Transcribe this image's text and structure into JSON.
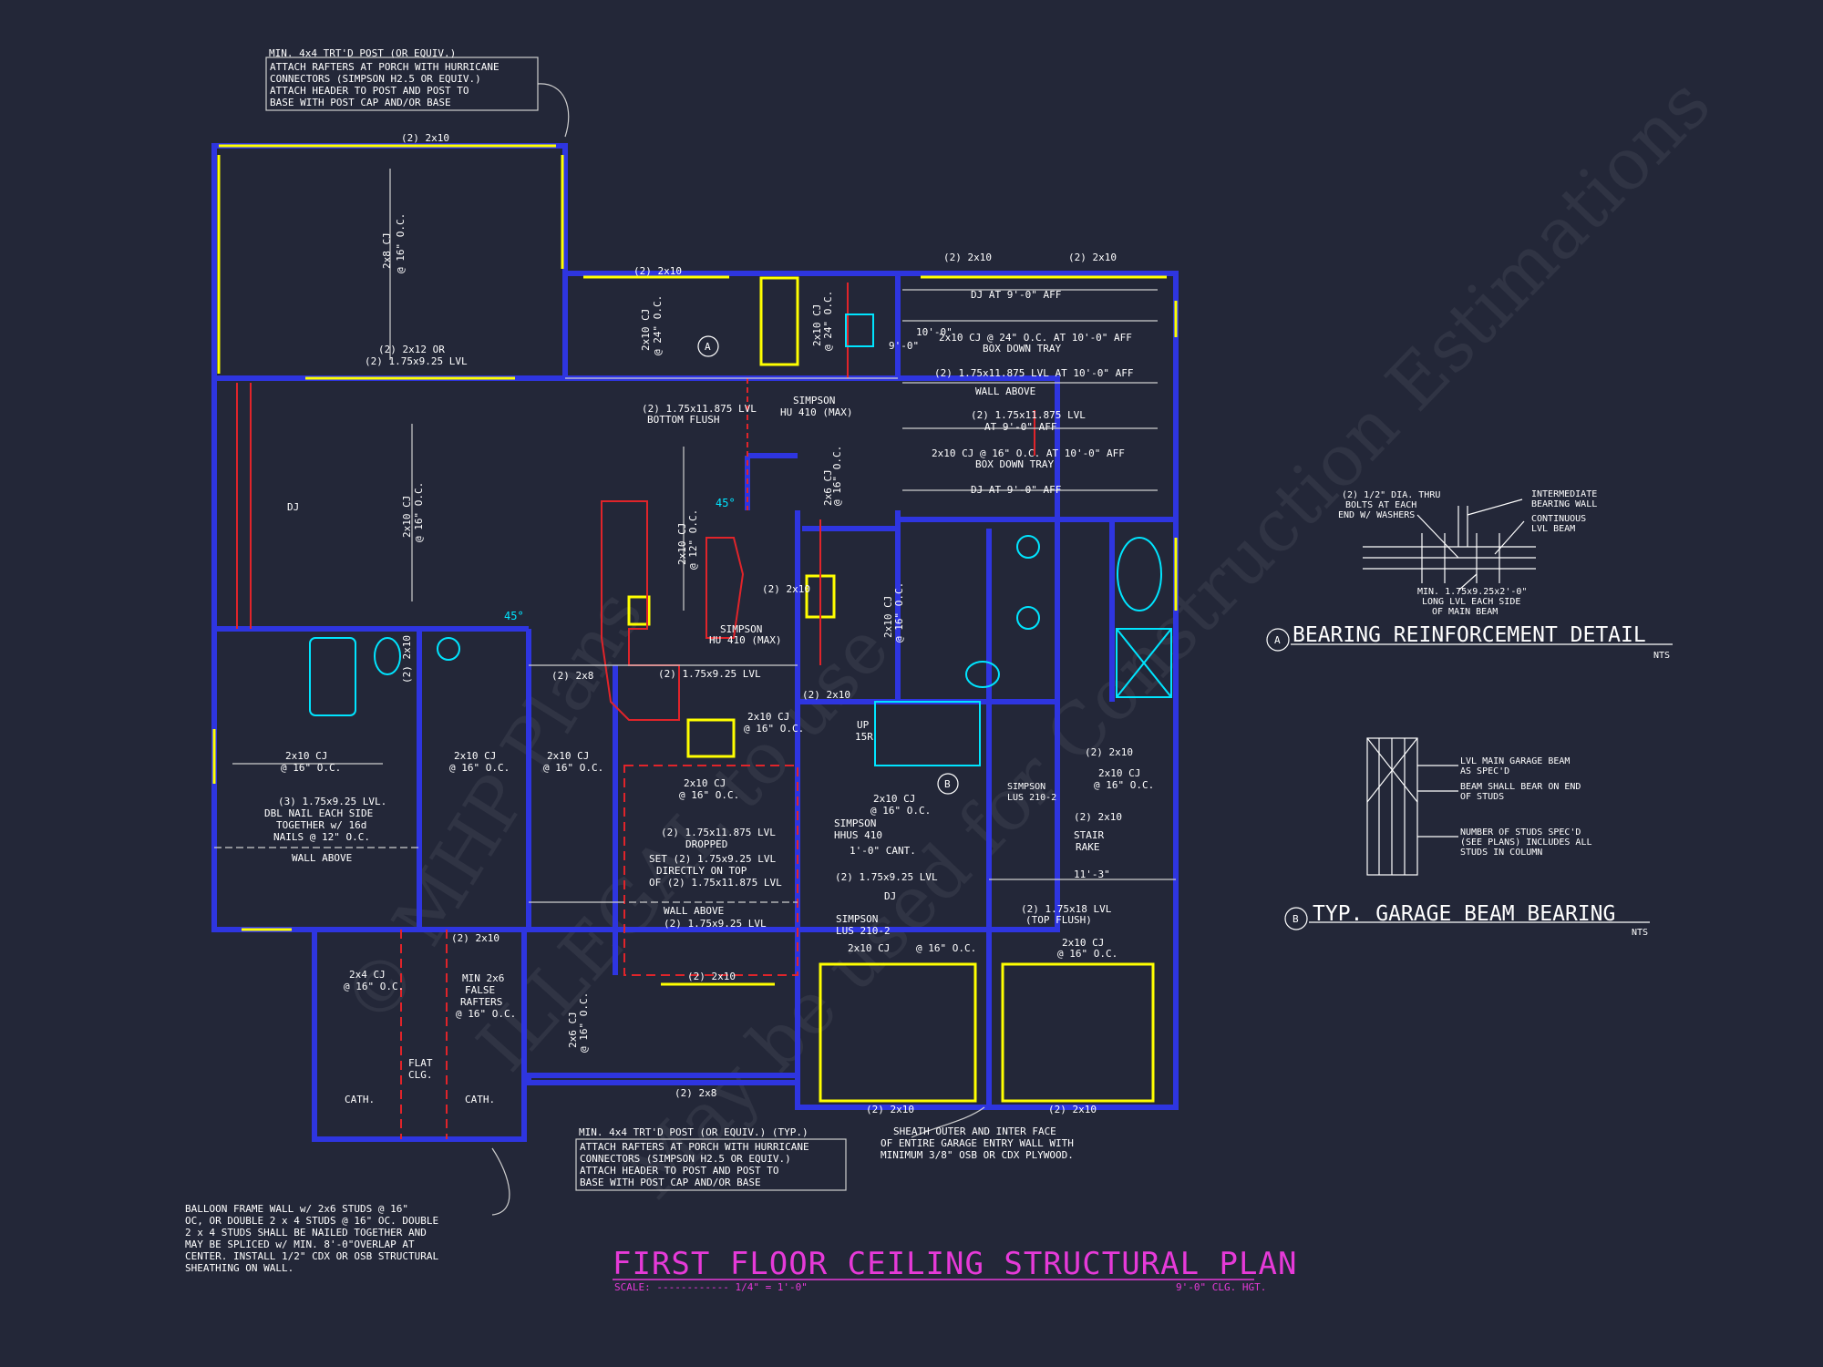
{
  "title": "FIRST FLOOR CEILING STRUCTURAL PLAN",
  "scale_label": "SCALE: ------------ 1/4\" = 1'-0\"",
  "ceiling_height": "9'-0\" CLG. HGT.",
  "watermark": [
    "© MHP Plans",
    "ILLEGAL to use",
    "May be used for Construction Estimations"
  ],
  "notes": {
    "porch_top": [
      "MIN. 4x4 TRT'D POST (OR EQUIV.)",
      "ATTACH RAFTERS AT PORCH WITH HURRICANE",
      "CONNECTORS (SIMPSON H2.5 OR EQUIV.)",
      "ATTACH HEADER TO POST AND POST TO",
      "BASE WITH POST CAP AND/OR BASE"
    ],
    "porch_bottom": [
      "MIN. 4x4 TRT'D POST (OR EQUIV.) (TYP.)",
      "ATTACH RAFTERS AT PORCH WITH HURRICANE",
      "CONNECTORS (SIMPSON H2.5 OR EQUIV.)",
      "ATTACH HEADER TO POST AND POST TO",
      "BASE WITH POST CAP AND/OR BASE"
    ],
    "balloon": [
      "BALLOON FRAME WALL w/ 2x6 STUDS @ 16\"",
      "OC, OR DOUBLE 2 x 4 STUDS @ 16\" OC. DOUBLE",
      "2 x 4 STUDS SHALL BE NAILED TOGETHER AND",
      "MAY BE SPLICED w/ MIN. 8'-0\"OVERLAP AT",
      "CENTER. INSTALL 1/2\" CDX OR OSB STRUCTURAL",
      "SHEATHING ON WALL."
    ],
    "sheath": [
      "SHEATH OUTER AND INTER FACE",
      "OF ENTIRE GARAGE ENTRY WALL WITH",
      "MINIMUM 3/8\" OSB OR CDX PLYWOOD."
    ]
  },
  "labels": {
    "l2x10": "(2) 2x10",
    "l2x8": "(2) 2x8",
    "cj_2x8_16": [
      "2x8 CJ",
      "@ 16\" O.C."
    ],
    "cj_2x10_16": [
      "2x10 CJ",
      "@ 16\" O.C."
    ],
    "cj_2x10_24": [
      "2x10 CJ",
      "@ 24\" O.C."
    ],
    "cj_2x6_16": [
      "2x6 CJ",
      "@ 16\" O.C."
    ],
    "cj_2x10_12": [
      "2x10 CJ",
      "@ 12\" O.C."
    ],
    "cj_2x4_16": [
      "2x4 CJ",
      "@ 16\" O.C."
    ],
    "dj": "DJ",
    "dj_9": "DJ AT 9'-0\" AFF",
    "cj_24_10": "2x10 CJ @ 24\" O.C. AT 10'-0\" AFF",
    "box_tray": "BOX DOWN TRAY",
    "lvl_10": "(2) 1.75x11.875 LVL AT 10'-0\" AFF",
    "wall_above": "WALL ABOVE",
    "lvl_9": [
      "(2) 1.75x11.875 LVL",
      "AT 9'-0\" AFF"
    ],
    "cj_16_10": "2x10 CJ @ 16\" O.C. AT 10'-0\" AFF",
    "lvl_bottom": [
      "(2) 1.75x11.875 LVL",
      "BOTTOM FLUSH"
    ],
    "simpson_hu": [
      "SIMPSON",
      "HU 410 (MAX)"
    ],
    "lvl_2x12": [
      "(2) 2x12 OR",
      "(2) 1.75x9.25 LVL"
    ],
    "lvl_925": "(2) 1.75x9.25 LVL",
    "lvl_dbl": [
      "(3) 1.75x9.25 LVL.",
      "DBL NAIL EACH SIDE",
      "TOGETHER w/ 16d",
      "NAILS @ 12\" O.C."
    ],
    "lvl_dropped": [
      "(2) 1.75x11.875 LVL",
      "DROPPED",
      "SET (2) 1.75x9.25 LVL",
      "DIRECTLY ON TOP",
      "OF (2) 1.75x11.875 LVL"
    ],
    "simpson_hhus": [
      "SIMPSON",
      "HHUS 410"
    ],
    "cant": "1'-0\" CANT.",
    "simpson_lus": [
      "SIMPSON",
      "LUS 210-2"
    ],
    "simpson_lus2": [
      "SIMPSON",
      "LUS 210-2"
    ],
    "stair_rake": [
      "STAIR",
      "RAKE"
    ],
    "dim_11_3": "11'-3\"",
    "lvl_18": [
      "(2) 1.75x18 LVL",
      "(TOP FLUSH)"
    ],
    "up_15r": [
      "UP",
      "15R"
    ],
    "flat_clg": [
      "FLAT",
      "CLG."
    ],
    "cath": "CATH.",
    "false_rafters": [
      "MIN 2x6",
      "FALSE",
      "RAFTERS",
      "@ 16\" O.C."
    ],
    "dim_9_0": "9'-0\"",
    "dim_10_0": "10'-0\"",
    "deg45": "45°",
    "tag_a": "A",
    "tag_b": "B"
  },
  "detail_a": {
    "tag": "A",
    "title": "BEARING REINFORCEMENT DETAIL",
    "nts": "NTS",
    "callouts": [
      "(2) 1/2\" DIA. THRU",
      "BOLTS AT EACH",
      "END W/ WASHERS"
    ],
    "callouts_right": [
      "INTERMEDIATE",
      "BEARING WALL",
      "CONTINUOUS",
      "LVL BEAM"
    ],
    "callout_bottom": [
      "MIN. 1.75x9.25x2'-0\"",
      "LONG LVL EACH SIDE",
      "OF MAIN BEAM"
    ]
  },
  "detail_b": {
    "tag": "B",
    "title": "TYP. GARAGE BEAM BEARING",
    "nts": "NTS",
    "callouts": [
      "LVL MAIN GARAGE BEAM",
      "AS SPEC'D",
      "BEAM SHALL BEAR ON END",
      "OF STUDS",
      "NUMBER OF STUDS SPEC'D",
      "(SEE PLANS) INCLUDES ALL",
      "STUDS IN COLUMN"
    ]
  },
  "colors": {
    "background": "#232738",
    "wall": "#2e35e0",
    "beam": "#ffff00",
    "fixture": "#00e5ff",
    "red": "#e0242a",
    "title": "#e63ad8",
    "text": "#ffffff"
  }
}
